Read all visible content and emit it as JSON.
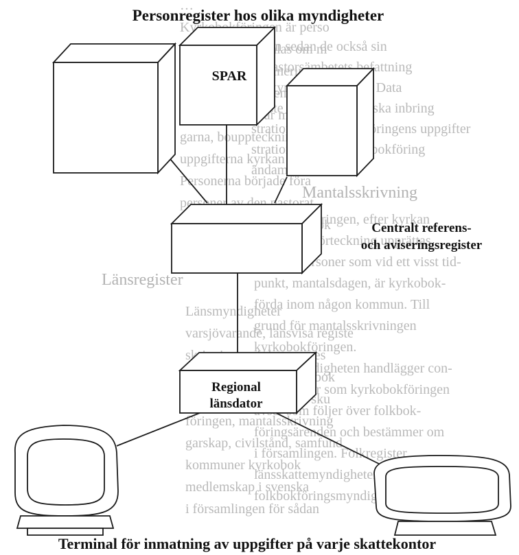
{
  "title": "Personregister hos olika myndigheter",
  "labels": {
    "spar": "SPAR",
    "central_line1": "Centralt referens-",
    "central_line2": "och aviseringsregister",
    "regional_line1": "Regional",
    "regional_line2": "länsdator",
    "caption": "Terminal för inmatning av uppgifter på varje skattekontor"
  },
  "background": {
    "left_lines": [
      "…",
      "Kyrkobokföringen är perso",
      "där uppgifter samlas om m",
      "kommunen, nomineringen, tr",
      "föreningen, medlemsskap",
      "andra som inte är medlem",
      "garna, bouppteckningar, vigslar",
      "uppgifterna kyrkan ju har",
      "Personerna började föra",
      "personer av den pastorat",
      "personen den tid är folkbok"
    ],
    "left_heading": "Länsregister",
    "left_lines_2": [
      "Länsmyndigheter",
      "varsjövarande, länsvisa registe",
      "skrivningen, i detta anges",
      "kommuner, adress, folkbok",
      "sockentillhörighet och sku",
      "föringen, mantalsskrivning",
      "garskap, civilstånd, samfund",
      "kommuner kyrkobok",
      "medlemskap i svenska",
      "i församlingen för sådan"
    ],
    "right_lines": [
      "…",
      "ingen sedan de också sin",
      "är pastorsämbetets befattning",
      "till kyrkobokföringen. Data",
      "måste av mindre tekniska inbring",
      "strationer. Kyrkobokföringens uppgifter",
      "strationerna för kyrkobokföring",
      "ändamålen"
    ],
    "right_heading": "Mantalsskrivning",
    "right_lines_2": [
      "Kyrkobokföringen, efter kyrkan",
      "som att en förteckning upprättas",
      "över de personer som vid ett visst tid-",
      "punkt, mantalsdagen, är kyrkobok-",
      "förda inom någon kommun. Till",
      "grund för mantalsskrivningen",
      "kyrkobokföringen.",
      "Skattemyndigheten handlägger con-",
      "de uppgifter som kyrkobokföringen",
      "avser som följer över folkbok-",
      "föringsärenden och bestämmer om",
      "i församlingen. Folkregister",
      "länsskattemyndigheten är regional",
      "folkbokföringsmyndighet för frågor om"
    ]
  }
}
